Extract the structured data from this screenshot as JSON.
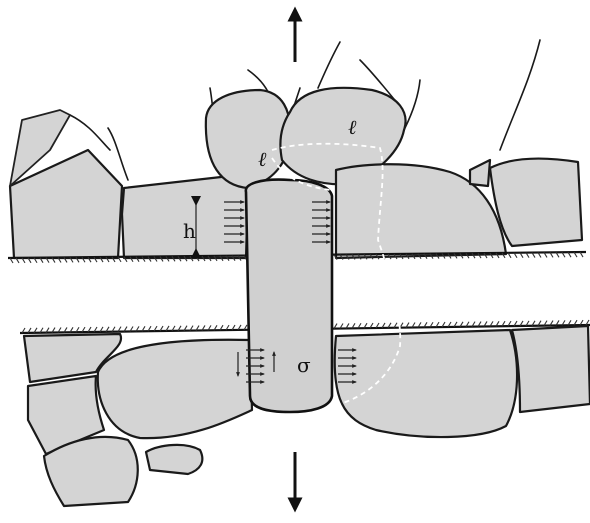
{
  "labels": {
    "grain_left": "ℓ",
    "grain_right": "ℓ",
    "height": "h",
    "stress": "σ"
  },
  "icons": {
    "load_up": "arrow-up-icon",
    "load_down": "arrow-down-icon"
  },
  "colors": {
    "grain_fill": "#d4d4d4",
    "outline": "#1a1a1a",
    "background": "#ffffff"
  }
}
